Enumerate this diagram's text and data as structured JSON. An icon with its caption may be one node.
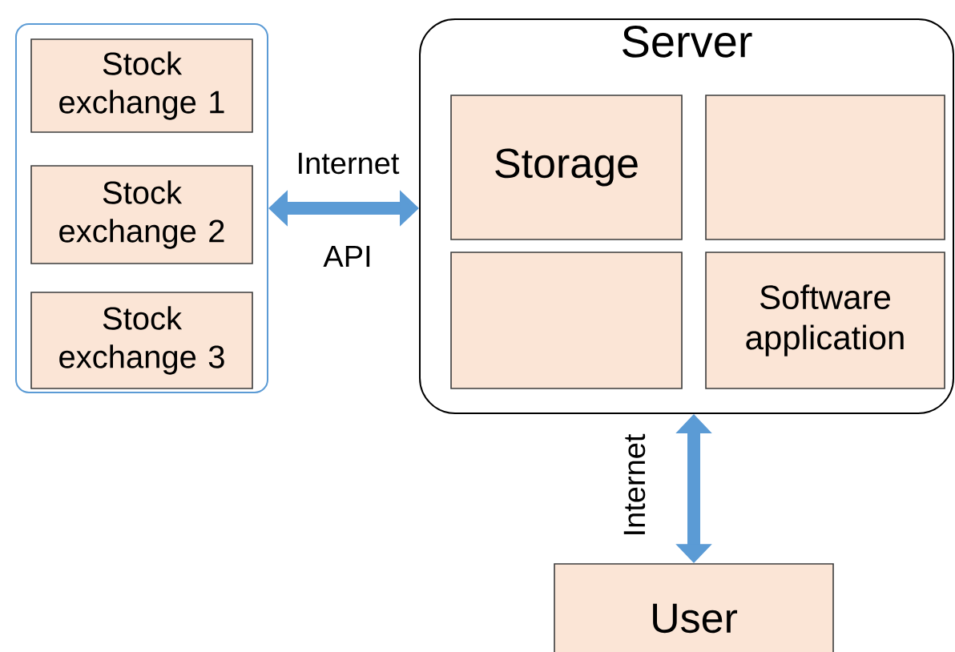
{
  "diagram": {
    "nodes": [
      {
        "text": [],
        "shape": "box"
      },
      {
        "text": [
          "Stock exchange 1"
        ],
        "in": 0
      },
      {
        "text": [
          "Stock exchange 2"
        ],
        "in": 0
      },
      {
        "text": [
          "Stock exchange 3"
        ],
        "in": 0
      },
      {
        "text": [
          "Server"
        ]
      },
      {
        "text": [
          "Storage"
        ],
        "in": 4
      },
      {
        "text": [],
        "shape": "box",
        "in": 4
      },
      {
        "text": [],
        "shape": "box",
        "in": 4
      },
      {
        "text": [
          "Software application"
        ],
        "in": 4
      },
      {
        "text": [
          "User"
        ]
      }
    ],
    "edges": [
      {
        "from": 0,
        "to": 4,
        "arrow": "both",
        "label": "Internet"
      },
      {
        "from": 4,
        "to": 9,
        "arrow": "both",
        "label": "Internet"
      }
    ],
    "labels": [
      "API"
    ]
  }
}
